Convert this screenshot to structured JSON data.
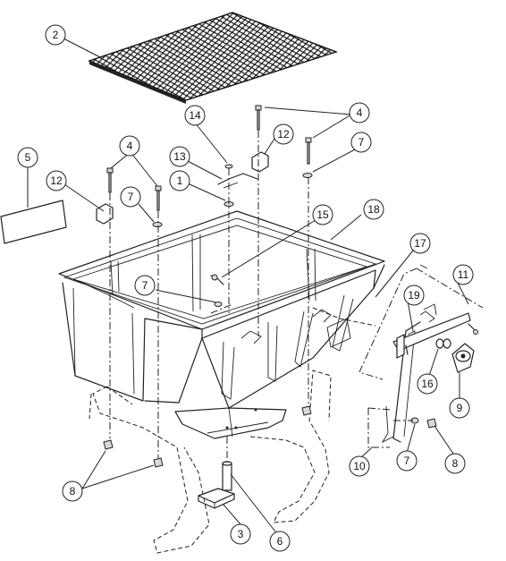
{
  "callouts": {
    "c1": "1",
    "c2": "2",
    "c3": "3",
    "c4a": "4",
    "c4b": "4",
    "c5": "5",
    "c6": "6",
    "c7a": "7",
    "c7b": "7",
    "c7c": "7",
    "c7d": "7",
    "c8a": "8",
    "c8b": "8",
    "c9": "9",
    "c10": "10",
    "c11": "11",
    "c12a": "12",
    "c12b": "12",
    "c13": "13",
    "c14": "14",
    "c15": "15",
    "c16": "16",
    "c17": "17",
    "c18": "18",
    "c19": "19"
  }
}
